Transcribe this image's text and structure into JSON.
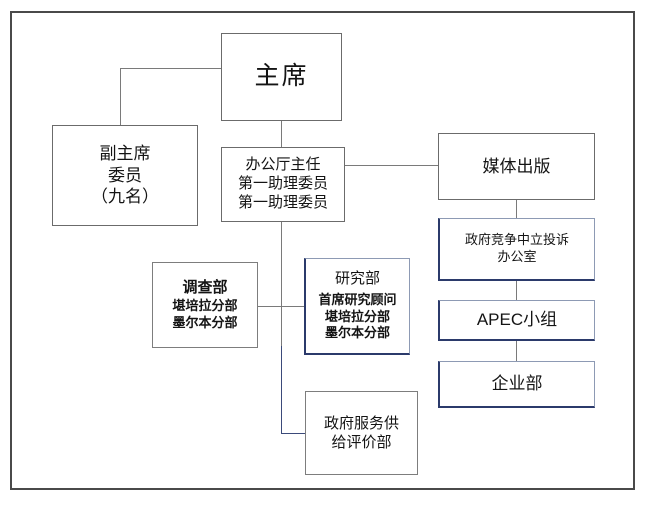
{
  "document": {
    "title": "组织结构图",
    "type": "organization-chart",
    "language": "zh-CN"
  },
  "theme": {
    "page_background": "#ffffff",
    "frame_border": "#4a4a4a",
    "box_border_grey": "#6b6b6b",
    "box_border_blue": "#2b3a6b",
    "connector_grey": "#7a7a7a",
    "connector_blue": "#3b4a7a",
    "text": "#141414"
  },
  "chart_data": {
    "type": "diagram",
    "title": "组织结构图",
    "nodes": [
      {
        "id": "chairman",
        "label": "主席",
        "lines": [
          "主席"
        ]
      },
      {
        "id": "vice-chairman",
        "label": "副主席委员（九名）",
        "lines": [
          "副主席",
          "委员",
          "（九名）"
        ]
      },
      {
        "id": "office-director",
        "label": "办公厅主任",
        "lines": [
          "办公厅主任",
          "第一助理委员",
          "第一助理委员"
        ]
      },
      {
        "id": "media",
        "label": "媒体出版",
        "lines": [
          "媒体出版"
        ]
      },
      {
        "id": "complaints",
        "label": "政府竞争中立投诉办公室",
        "lines": [
          "政府竞争中立投诉",
          "办公室"
        ]
      },
      {
        "id": "apec",
        "label": "APEC小组",
        "lines": [
          "APEC小组"
        ]
      },
      {
        "id": "enterprise",
        "label": "企业部",
        "lines": [
          "企业部"
        ]
      },
      {
        "id": "investigation",
        "label": "调查部",
        "lines": [
          "调查部",
          "堪培拉分部",
          "墨尔本分部"
        ]
      },
      {
        "id": "research",
        "label": "研究部",
        "lines": [
          "研究部",
          "首席研究顾问",
          "堪培拉分部",
          "墨尔本分部"
        ]
      },
      {
        "id": "gov-services",
        "label": "政府服务供给评价部",
        "lines": [
          "政府服务供",
          "给评价部"
        ]
      }
    ],
    "edges": [
      {
        "from": "chairman",
        "to": "vice-chairman"
      },
      {
        "from": "chairman",
        "to": "office-director"
      },
      {
        "from": "office-director",
        "to": "media"
      },
      {
        "from": "media",
        "to": "complaints"
      },
      {
        "from": "complaints",
        "to": "apec"
      },
      {
        "from": "apec",
        "to": "enterprise"
      },
      {
        "from": "office-director",
        "to": "investigation"
      },
      {
        "from": "office-director",
        "to": "research"
      },
      {
        "from": "office-director",
        "to": "gov-services"
      }
    ]
  },
  "boxes": {
    "chairman": {
      "line1": "主席"
    },
    "vice_chairman": {
      "line1": "副主席",
      "line2": "委员",
      "line3": "（九名）"
    },
    "office_director": {
      "line1": "办公厅主任",
      "line2": "第一助理委员",
      "line3": "第一助理委员"
    },
    "media": {
      "line1": "媒体出版"
    },
    "complaints": {
      "line1": "政府竞争中立投诉",
      "line2": "办公室"
    },
    "apec": {
      "line1": "APEC小组"
    },
    "enterprise": {
      "line1": "企业部"
    },
    "investigation": {
      "line1": "调查部",
      "line2": "堪培拉分部",
      "line3": "墨尔本分部"
    },
    "research": {
      "line1": "研究部",
      "line2": "首席研究顾问",
      "line3": "堪培拉分部",
      "line4": "墨尔本分部"
    },
    "gov_services": {
      "line1": "政府服务供",
      "line2": "给评价部"
    }
  }
}
